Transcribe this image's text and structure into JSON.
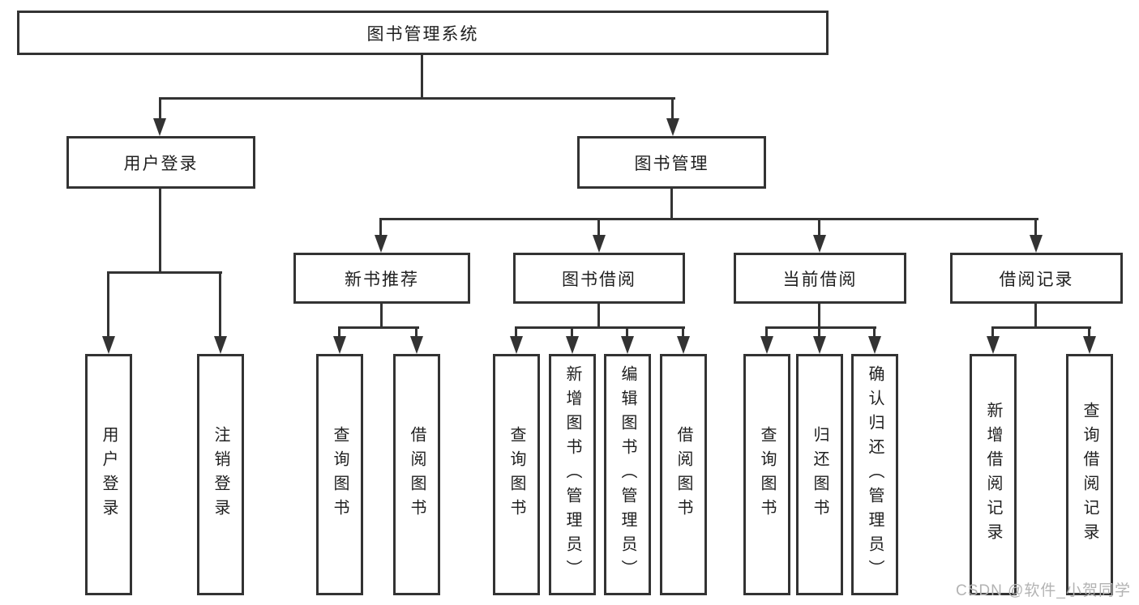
{
  "tree": {
    "root": "图书管理系统",
    "branches": [
      {
        "label": "用户登录",
        "children": [
          "用户登录",
          "注销登录"
        ]
      },
      {
        "label": "图书管理",
        "children": [
          {
            "label": "新书推荐",
            "children": [
              "查询图书",
              "借阅图书"
            ]
          },
          {
            "label": "图书借阅",
            "children": [
              "查询图书",
              "新增图书（管理员）",
              "编辑图书（管理员）",
              "借阅图书"
            ]
          },
          {
            "label": "当前借阅",
            "children": [
              "查询图书",
              "归还图书",
              "确认归还（管理员）"
            ]
          },
          {
            "label": "借阅记录",
            "children": [
              "新增借阅记录",
              "查询借阅记录"
            ]
          }
        ]
      }
    ]
  },
  "watermark": {
    "text": "CSDN @软件_小贺同学",
    "color": "#b3b3b3"
  },
  "colors": {
    "line": "#333333",
    "box_border": "#333333",
    "text": "#1f1f1f",
    "background": "#ffffff"
  }
}
